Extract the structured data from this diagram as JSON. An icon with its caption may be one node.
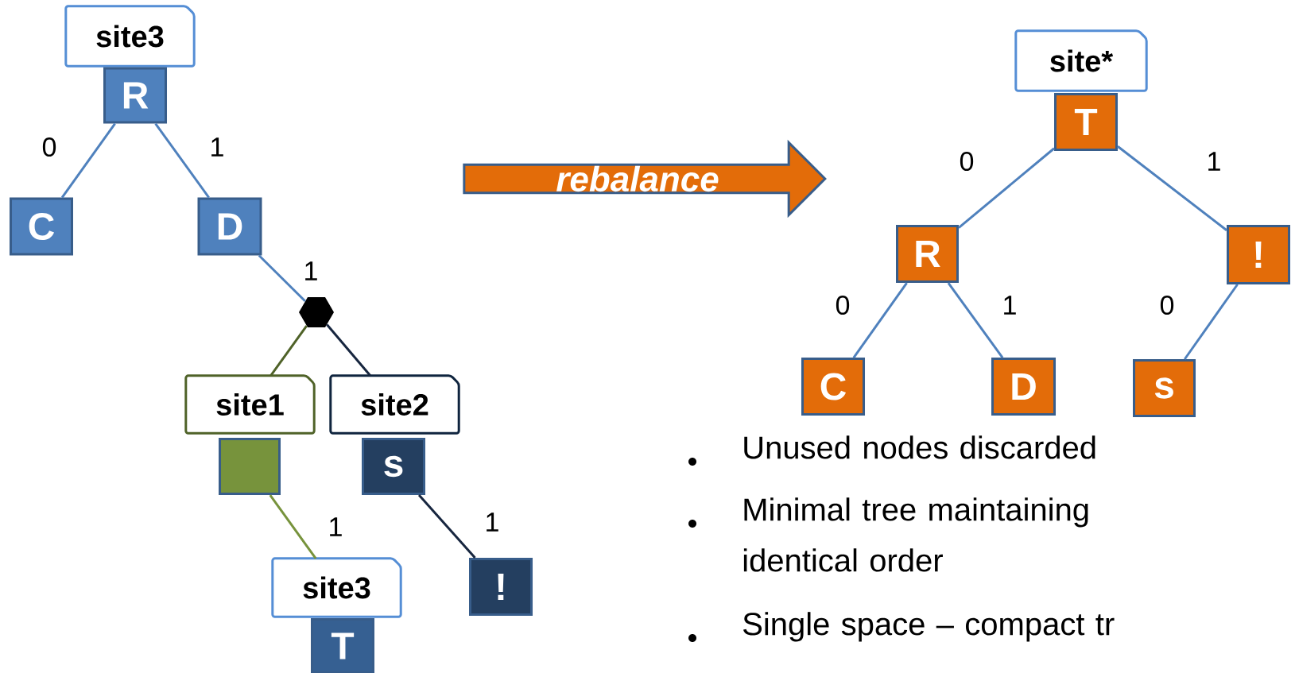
{
  "diagram": {
    "nodes": [
      {
        "text": [
          "site3"
        ]
      },
      {
        "text": [
          "R"
        ]
      },
      {
        "text": [
          "C"
        ]
      },
      {
        "text": [
          "D"
        ]
      },
      {
        "text": [],
        "shape": "hexagon"
      },
      {
        "text": [
          "site1"
        ]
      },
      {
        "text": [],
        "shape": "box"
      },
      {
        "text": [
          "site2"
        ]
      },
      {
        "text": [
          "s"
        ]
      },
      {
        "text": [
          "site3"
        ]
      },
      {
        "text": [
          "T"
        ]
      },
      {
        "text": [
          "!"
        ]
      },
      {
        "text": [
          "rebalance"
        ]
      },
      {
        "text": [
          "site*"
        ]
      },
      {
        "text": [
          "T"
        ]
      },
      {
        "text": [
          "R"
        ]
      },
      {
        "text": [
          "!"
        ]
      },
      {
        "text": [
          "C"
        ]
      },
      {
        "text": [
          "D"
        ]
      },
      {
        "text": [
          "s"
        ]
      }
    ],
    "edges": [
      {
        "from": 1,
        "to": 2,
        "arrow": "none",
        "label": "0"
      },
      {
        "from": 1,
        "to": 3,
        "arrow": "none",
        "label": "1"
      },
      {
        "from": 3,
        "to": 4,
        "arrow": "none",
        "label": "1"
      },
      {
        "from": 4,
        "to": 5,
        "arrow": "none",
        "color": "#4f6228"
      },
      {
        "from": 4,
        "to": 7,
        "arrow": "none",
        "color": "#17263f"
      },
      {
        "from": 6,
        "to": 9,
        "arrow": "none",
        "label": "1",
        "color": "#77933c"
      },
      {
        "from": 8,
        "to": 11,
        "arrow": "none",
        "label": "1",
        "color": "#17263f"
      },
      {
        "from": 14,
        "to": 15,
        "arrow": "none",
        "label": "0"
      },
      {
        "from": 14,
        "to": 16,
        "arrow": "none",
        "label": "1"
      },
      {
        "from": 15,
        "to": 17,
        "arrow": "none",
        "label": "0"
      },
      {
        "from": 15,
        "to": 18,
        "arrow": "none",
        "label": "1"
      },
      {
        "from": 16,
        "to": 19,
        "arrow": "none",
        "label": "0"
      }
    ],
    "labels": [
      "Unused nodes discarded",
      "Minimal tree maintaining identical order",
      "Single space – compact tr"
    ]
  }
}
